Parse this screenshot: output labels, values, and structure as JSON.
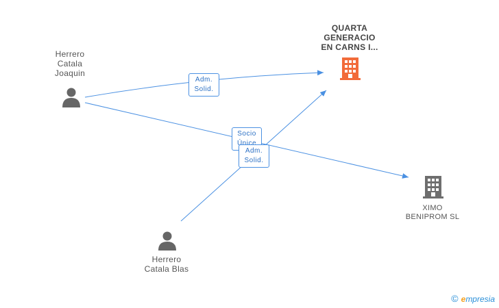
{
  "colors": {
    "edge": "#4a90e2",
    "person_icon": "#666666",
    "company_main": "#f26b3a",
    "company_other": "#6e6e6e"
  },
  "nodes": {
    "person_joaquin": {
      "lines": [
        "Herrero",
        "Catala",
        "Joaquin"
      ],
      "icon": "person-icon"
    },
    "person_blas": {
      "lines": [
        "Herrero",
        "Catala Blas"
      ],
      "icon": "person-icon"
    },
    "company_quarta": {
      "lines": [
        "QUARTA",
        "GENERACIO",
        "EN CARNS I..."
      ],
      "icon": "building-icon"
    },
    "company_ximo": {
      "lines": [
        "XIMO",
        "BENIPROM SL"
      ],
      "icon": "building-icon"
    }
  },
  "edges": {
    "joaquin_quarta": {
      "lines": [
        "Adm.",
        "Solid."
      ]
    },
    "joaquin_ximo": {
      "lines": [
        "Socio",
        "Únice"
      ]
    },
    "blas_quarta": {
      "lines": [
        "Adm.",
        "Solid."
      ]
    }
  },
  "watermark": {
    "symbol": "©",
    "brand_initial": "e",
    "brand_rest": "mpresia"
  }
}
